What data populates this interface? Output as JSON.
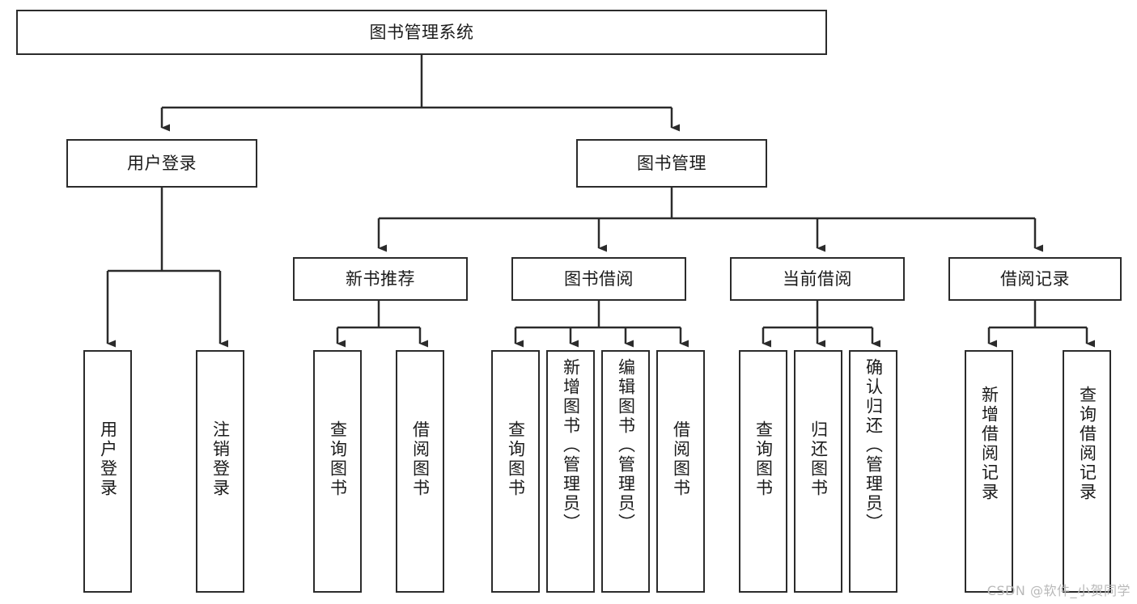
{
  "diagram": {
    "type": "tree-hierarchy",
    "title": "图书管理系统",
    "watermark": "CSDN @软件_小贺同学",
    "colors": {
      "background": "#ffffff",
      "stroke": "#2b2b2b",
      "text": "#1b1b1b",
      "watermark": "#b9b9b9"
    },
    "levels": {
      "root": {
        "label": "图书管理系统"
      },
      "level2": [
        {
          "id": "user-login",
          "label": "用户登录"
        },
        {
          "id": "book-management",
          "label": "图书管理"
        }
      ],
      "level3": [
        {
          "id": "new-book-recommend",
          "label": "新书推荐",
          "parent": "book-management"
        },
        {
          "id": "book-borrow",
          "label": "图书借阅",
          "parent": "book-management"
        },
        {
          "id": "current-borrow",
          "label": "当前借阅",
          "parent": "book-management"
        },
        {
          "id": "borrow-record",
          "label": "借阅记录",
          "parent": "book-management"
        }
      ],
      "leaves": [
        {
          "id": "leaf-user-login",
          "label": "用户登录",
          "parent": "user-login"
        },
        {
          "id": "leaf-user-logout",
          "label": "注销登录",
          "parent": "user-login"
        },
        {
          "id": "leaf-query-book-1",
          "label": "查询图书",
          "parent": "new-book-recommend"
        },
        {
          "id": "leaf-borrow-book-1",
          "label": "借阅图书",
          "parent": "new-book-recommend"
        },
        {
          "id": "leaf-query-book-2",
          "label": "查询图书",
          "parent": "book-borrow"
        },
        {
          "id": "leaf-add-book",
          "label": "新增图书（管理员）",
          "parent": "book-borrow"
        },
        {
          "id": "leaf-edit-book",
          "label": "编辑图书（管理员）",
          "parent": "book-borrow"
        },
        {
          "id": "leaf-borrow-book-2",
          "label": "借阅图书",
          "parent": "book-borrow"
        },
        {
          "id": "leaf-query-book-3",
          "label": "查询图书",
          "parent": "current-borrow"
        },
        {
          "id": "leaf-return-book",
          "label": "归还图书",
          "parent": "current-borrow"
        },
        {
          "id": "leaf-confirm-return",
          "label": "确认归还（管理员）",
          "parent": "current-borrow"
        },
        {
          "id": "leaf-add-record",
          "label": "新增借阅记录",
          "parent": "borrow-record"
        },
        {
          "id": "leaf-query-record",
          "label": "查询借阅记录",
          "parent": "borrow-record"
        }
      ]
    }
  }
}
